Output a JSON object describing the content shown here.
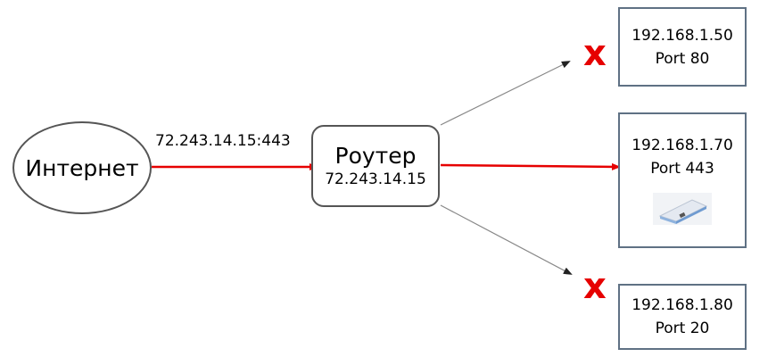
{
  "nodes": {
    "internet": {
      "label": "Интернет"
    },
    "router": {
      "label": "Роутер",
      "ip": "72.243.14.15"
    },
    "hosts": [
      {
        "ip": "192.168.1.50",
        "port": "Port 80",
        "blocked": true
      },
      {
        "ip": "192.168.1.70",
        "port": "Port 443",
        "blocked": false,
        "icon": "server-device-icon"
      },
      {
        "ip": "192.168.1.80",
        "port": "Port 20",
        "blocked": true
      }
    ]
  },
  "edges": {
    "inbound": {
      "label": "72.243.14.15:443",
      "color": "#e60000"
    },
    "forward_color": "#e60000",
    "idle_color": "#888888"
  },
  "markers": {
    "blocked_symbol": "x",
    "blocked_color": "#e60000"
  }
}
